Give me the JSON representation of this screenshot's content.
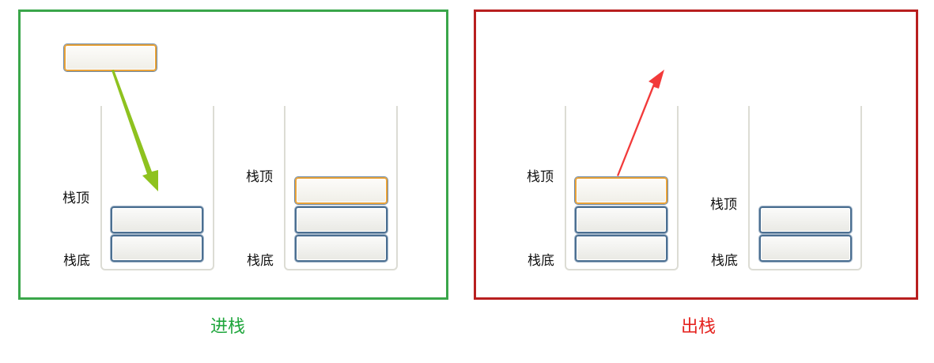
{
  "panels": {
    "push": {
      "caption": "进栈",
      "caption_color": "#1fa63c",
      "border_color": "#3aa64a",
      "arrow_color": "#8ec21f",
      "left_stack": {
        "top_label": "栈顶",
        "bottom_label": "栈底"
      },
      "right_stack": {
        "top_label": "栈顶",
        "bottom_label": "栈底"
      }
    },
    "pop": {
      "caption": "出栈",
      "caption_color": "#e5231f",
      "border_color": "#b81f1f",
      "arrow_color": "#f23a3a",
      "left_stack": {
        "top_label": "栈顶",
        "bottom_label": "栈底"
      },
      "right_stack": {
        "top_label": "栈顶",
        "bottom_label": "栈底"
      }
    }
  },
  "block_colors": {
    "normal_border": "#4b6f91",
    "active_border": "#e9a33a"
  }
}
